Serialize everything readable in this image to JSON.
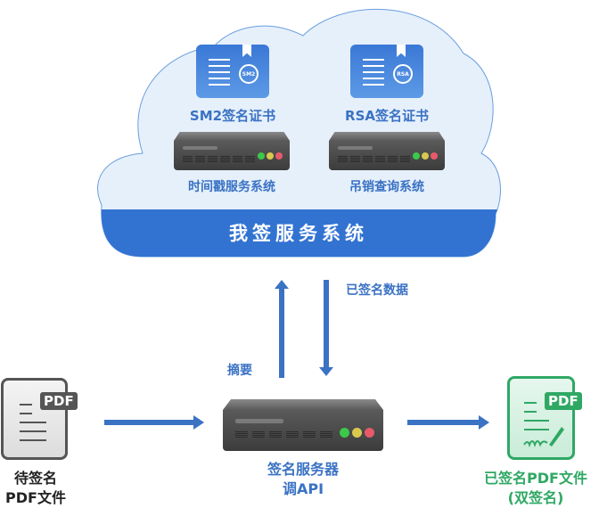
{
  "cloud": {
    "title": "我签服务系统",
    "fill_color": "#eaf2fc",
    "band_color": "#3273d1",
    "certificates": [
      {
        "label": "SM2签名证书",
        "seal_text": "SM2"
      },
      {
        "label": "RSA签名证书",
        "seal_text": "RSA"
      }
    ],
    "servers": [
      {
        "label": "时间戳服务系统"
      },
      {
        "label": "吊销查询系统"
      }
    ]
  },
  "flows": {
    "up_label": "摘要",
    "down_label": "已签名数据"
  },
  "input_doc": {
    "tag": "PDF",
    "label_line1": "待签名",
    "label_line2": "PDF文件"
  },
  "signing_server": {
    "label_line1": "签名服务器",
    "label_line2": "调API"
  },
  "output_doc": {
    "tag": "PDF",
    "label_line1": "已签名PDF文件",
    "label_line2": "(双签名)",
    "color": "#2fa864"
  }
}
